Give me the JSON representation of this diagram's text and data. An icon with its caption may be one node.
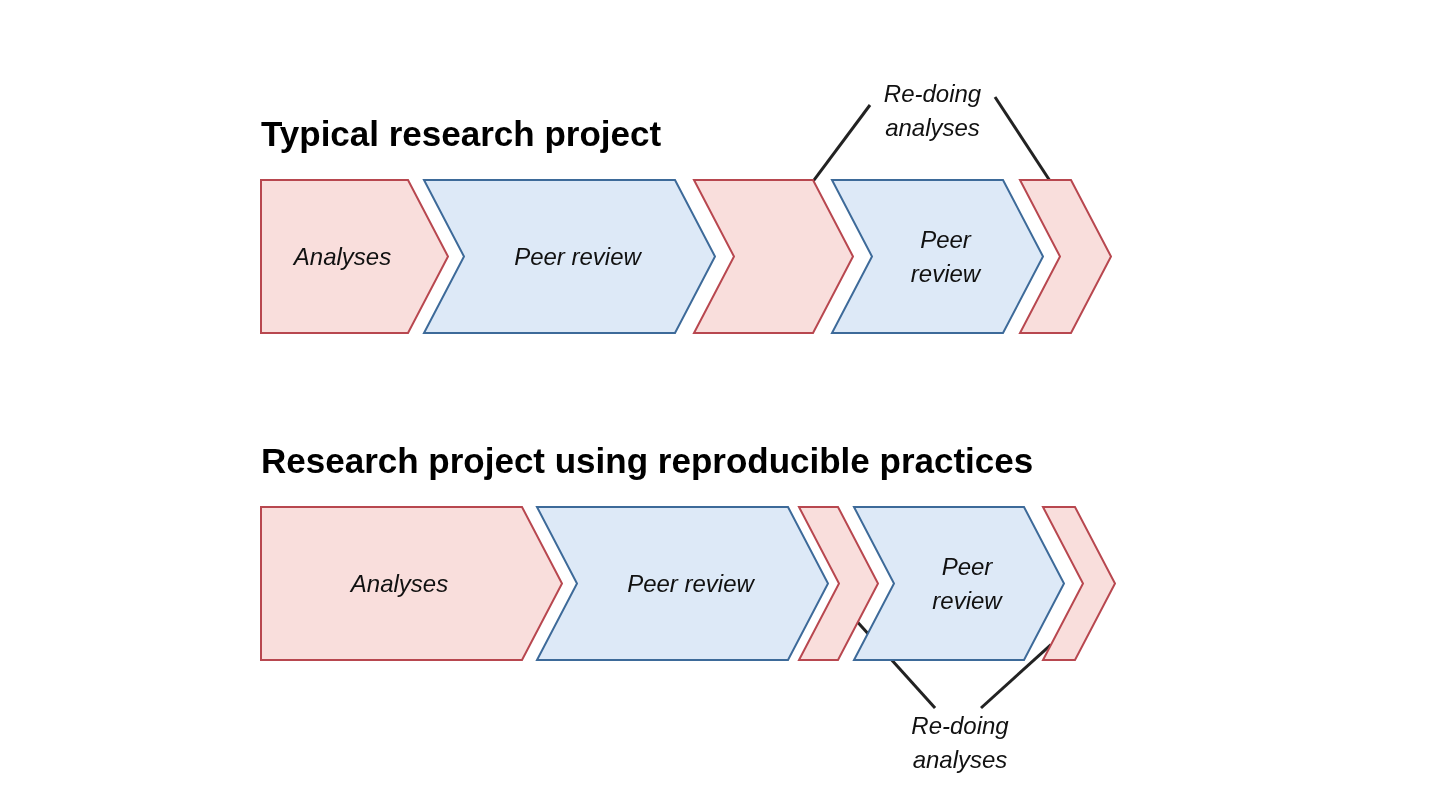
{
  "diagram": {
    "nodes": [
      {
        "text": [
          "Analyses"
        ]
      },
      {
        "text": [
          "Peer review"
        ]
      },
      {
        "text": [],
        "shape": "chevron"
      },
      {
        "text": [
          "Peer review"
        ]
      },
      {
        "text": [],
        "shape": "chevron"
      },
      {
        "text": [
          "Re-doing analyses"
        ]
      },
      {
        "text": [
          "Analyses"
        ]
      },
      {
        "text": [
          "Peer review"
        ]
      },
      {
        "text": [],
        "shape": "chevron"
      },
      {
        "text": [
          "Peer review"
        ]
      },
      {
        "text": [],
        "shape": "chevron"
      },
      {
        "text": [
          "Re-doing analyses"
        ]
      }
    ],
    "edges": [
      {
        "from": 5,
        "to": 2,
        "arrow": "none"
      },
      {
        "from": 5,
        "to": 4,
        "arrow": "none"
      },
      {
        "from": 11,
        "to": 8,
        "arrow": "none"
      },
      {
        "from": 11,
        "to": 10,
        "arrow": "none"
      }
    ],
    "labels": [
      "Typical research project",
      "Research project using reproducible practices"
    ]
  }
}
